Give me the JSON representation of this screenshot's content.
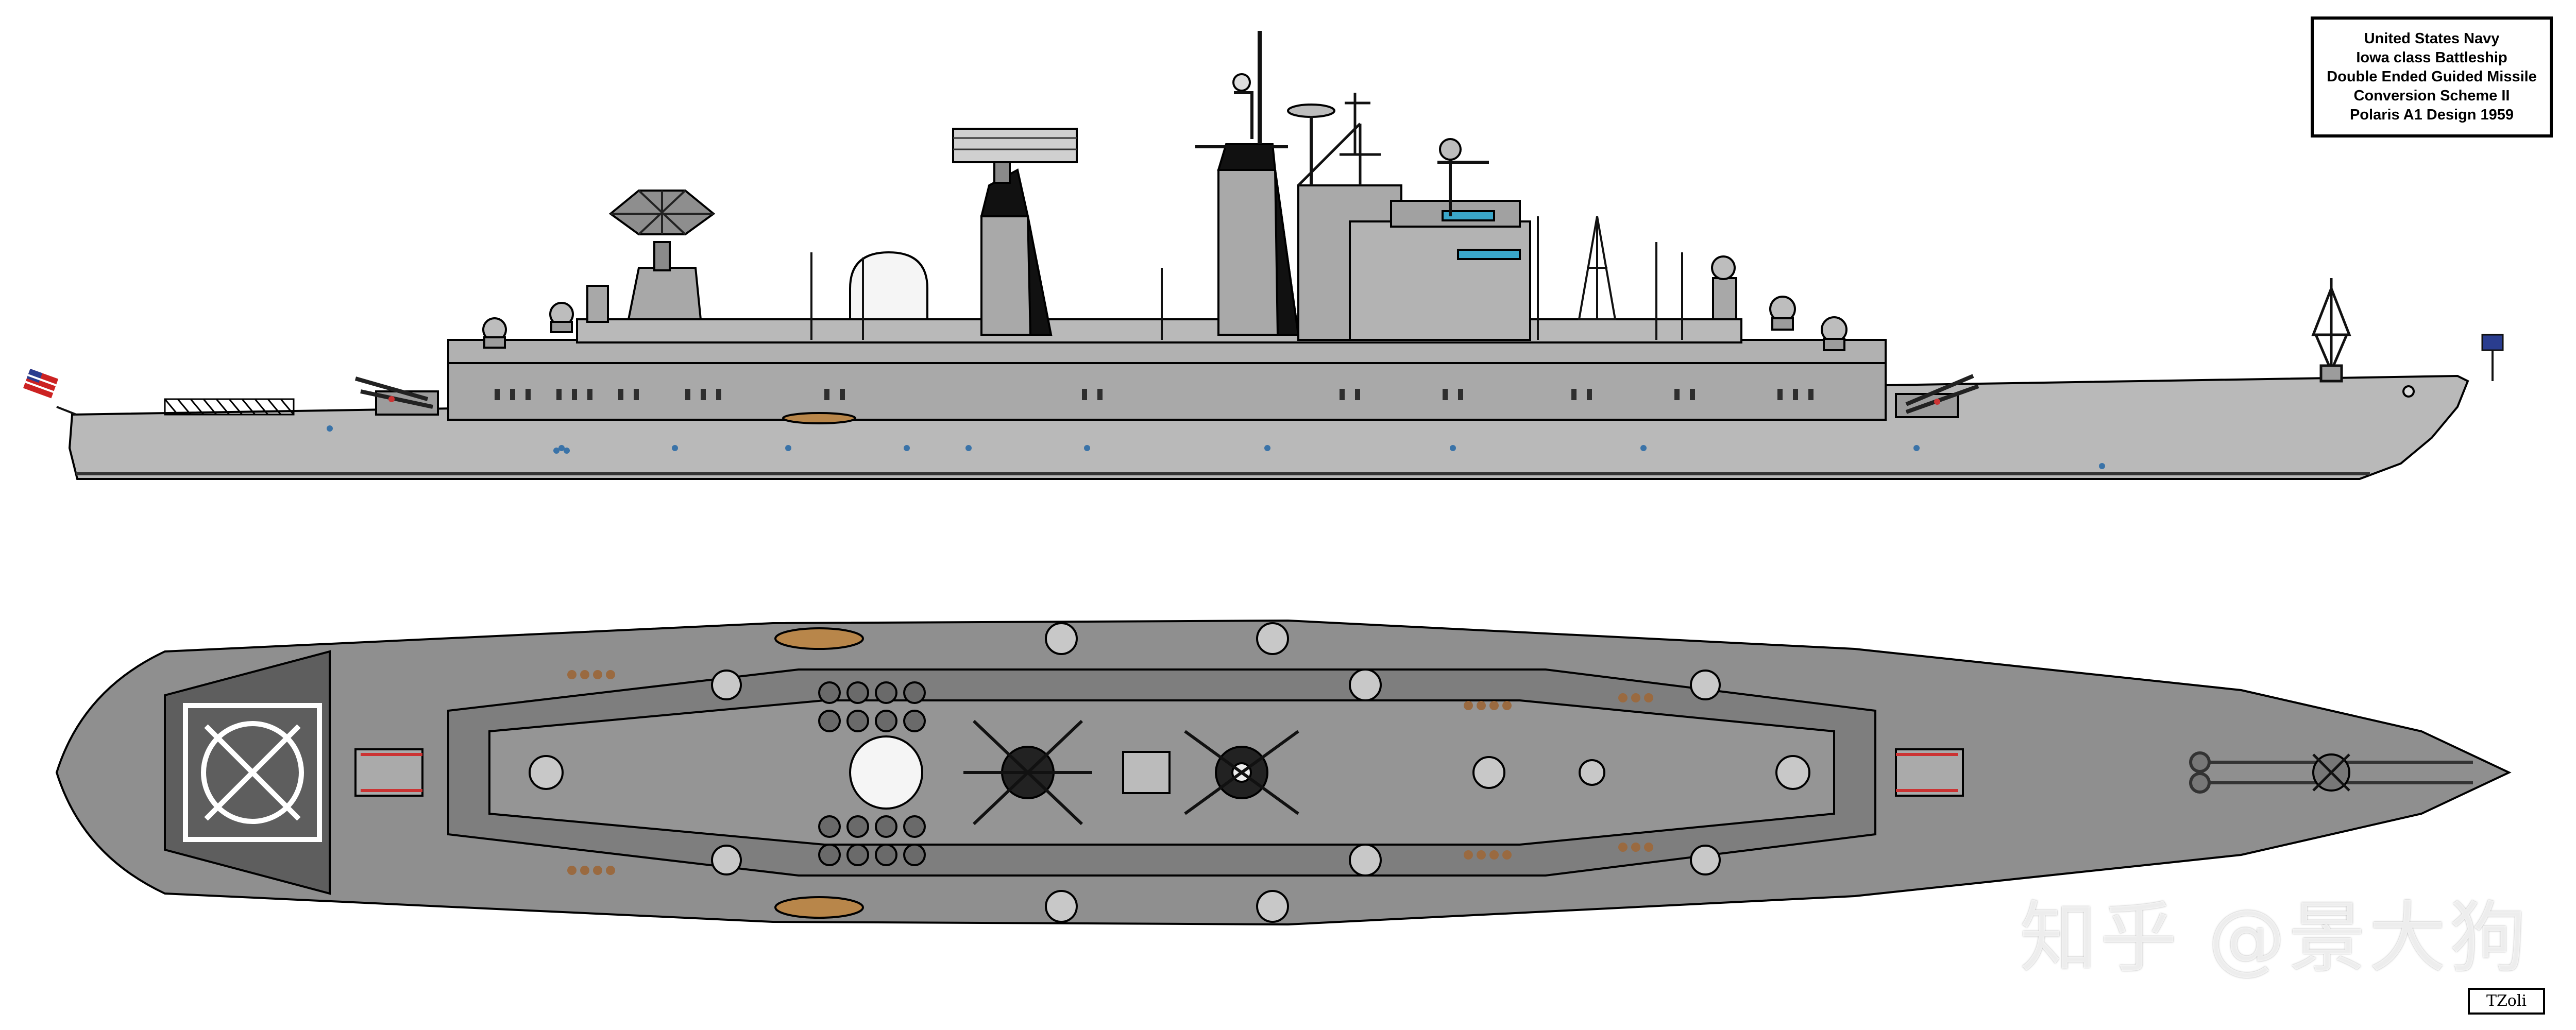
{
  "title_block": {
    "line1": "United States Navy",
    "line2": "Iowa class Battleship",
    "line3": "Double Ended Guided Missile",
    "line4": "Conversion Scheme II",
    "line5": "Polaris A1 Design 1959"
  },
  "watermark": "知乎 @景大狗",
  "signature": "TZoli",
  "colors": {
    "hull_gray": "#b9b9b9",
    "deck_gray": "#8f8f8f",
    "dark_gray": "#6e6e6e",
    "black": "#111111",
    "window_blue": "#3aa6c9",
    "wood": "#b8864a",
    "flag_red": "#cc2222",
    "flag_blue": "#2a3d8f"
  },
  "icons": {
    "ensign_stern": "us-flag-icon",
    "jack_bow": "union-jack-icon",
    "helipad": "helipad-marking-icon"
  }
}
